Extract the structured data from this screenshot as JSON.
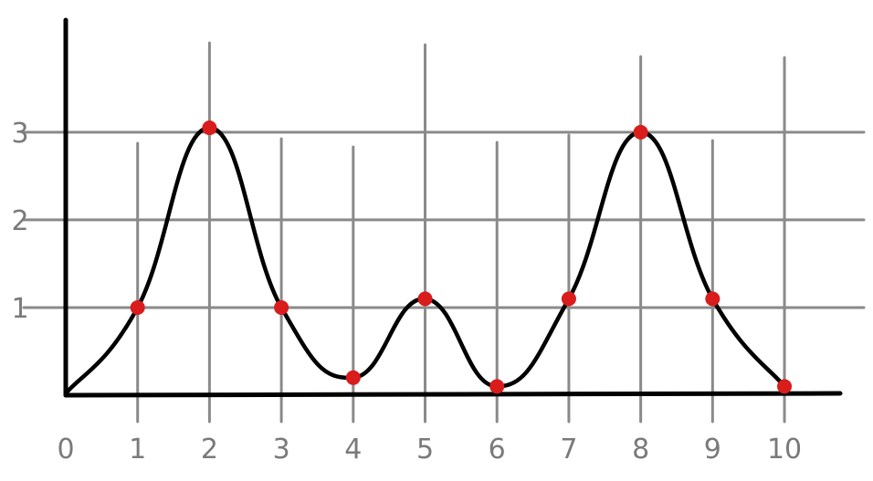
{
  "chart_data": {
    "type": "line",
    "x_ticks": [
      "0",
      "1",
      "2",
      "3",
      "4",
      "5",
      "6",
      "7",
      "8",
      "9",
      "10"
    ],
    "y_ticks": [
      "1",
      "2",
      "3"
    ],
    "xlim": [
      0,
      10.8
    ],
    "ylim": [
      0,
      4.3
    ],
    "grid": true,
    "series": [
      {
        "x": [
          1,
          2,
          3,
          4,
          5,
          6,
          7,
          8,
          9,
          10
        ],
        "y": [
          1.0,
          3.05,
          1.0,
          0.2,
          1.1,
          0.1,
          1.1,
          3.0,
          1.1,
          0.1
        ]
      }
    ],
    "colors": {
      "points": "#d91c1c",
      "curve": "#000000",
      "grid": "#8a8a8a",
      "tick_text": "#7a7a7a"
    }
  }
}
